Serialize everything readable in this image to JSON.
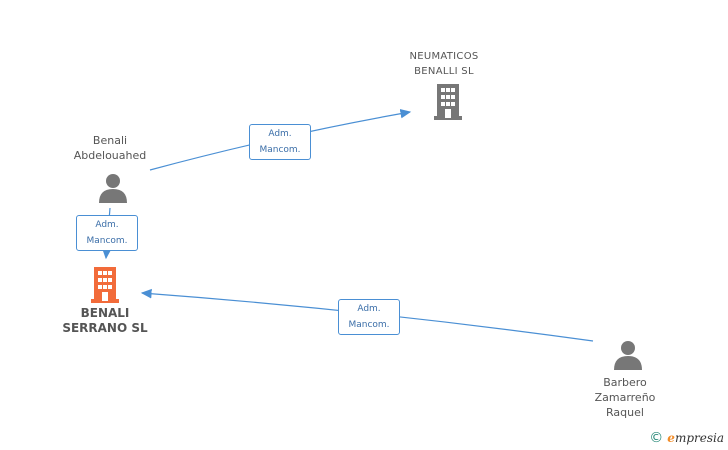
{
  "nodes": {
    "neumaticos": {
      "label": "NEUMATICOS\nBENALLI SL",
      "icon": "building-icon",
      "color": "#777777"
    },
    "benali_serrano": {
      "label": "BENALI\nSERRANO SL",
      "icon": "building-icon",
      "color": "#f26b3a"
    },
    "benali_person": {
      "label": "Benali\nAbdelouahed",
      "icon": "person-icon",
      "color": "#777777"
    },
    "barbero_person": {
      "label": "Barbero\nZamarreño\nRaquel",
      "icon": "person-icon",
      "color": "#777777"
    }
  },
  "edges": [
    {
      "from": "benali_person",
      "to": "neumaticos",
      "line1": "Adm.",
      "line2": "Mancom."
    },
    {
      "from": "benali_person",
      "to": "benali_serrano",
      "line1": "Adm.",
      "line2": "Mancom."
    },
    {
      "from": "barbero_person",
      "to": "benali_serrano",
      "line1": "Adm.",
      "line2": "Mancom."
    }
  ],
  "edge_color": "#4a8fd4",
  "footer": {
    "copyright": "©",
    "brand_initial": "e",
    "brand_rest": "mpresia"
  }
}
